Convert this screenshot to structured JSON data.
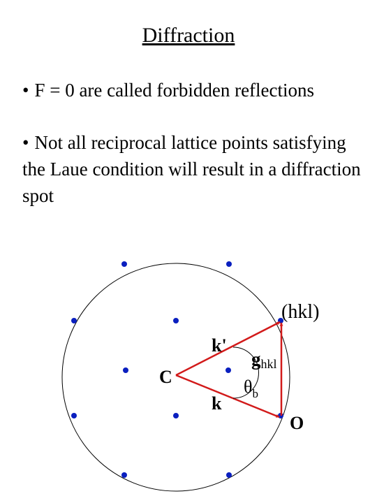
{
  "title": "Diffraction",
  "bullets": [
    {
      "symbol": "•",
      "text": "F = 0 are called forbidden reflections"
    },
    {
      "symbol": "•",
      "text": "Not all reciprocal lattice points satisfying the Laue condition will result in a diffraction spot"
    }
  ],
  "diagram": {
    "labels": {
      "hkl": "(hkl)",
      "center": "C",
      "origin": "O",
      "k_prime": "k'",
      "k": "k",
      "g": "g",
      "g_sub": "hkl",
      "theta": "θ",
      "theta_sub": "b"
    },
    "colors": {
      "points": "#0a1fbf",
      "vectors": "#d21a1a",
      "circle": "#000000"
    }
  }
}
